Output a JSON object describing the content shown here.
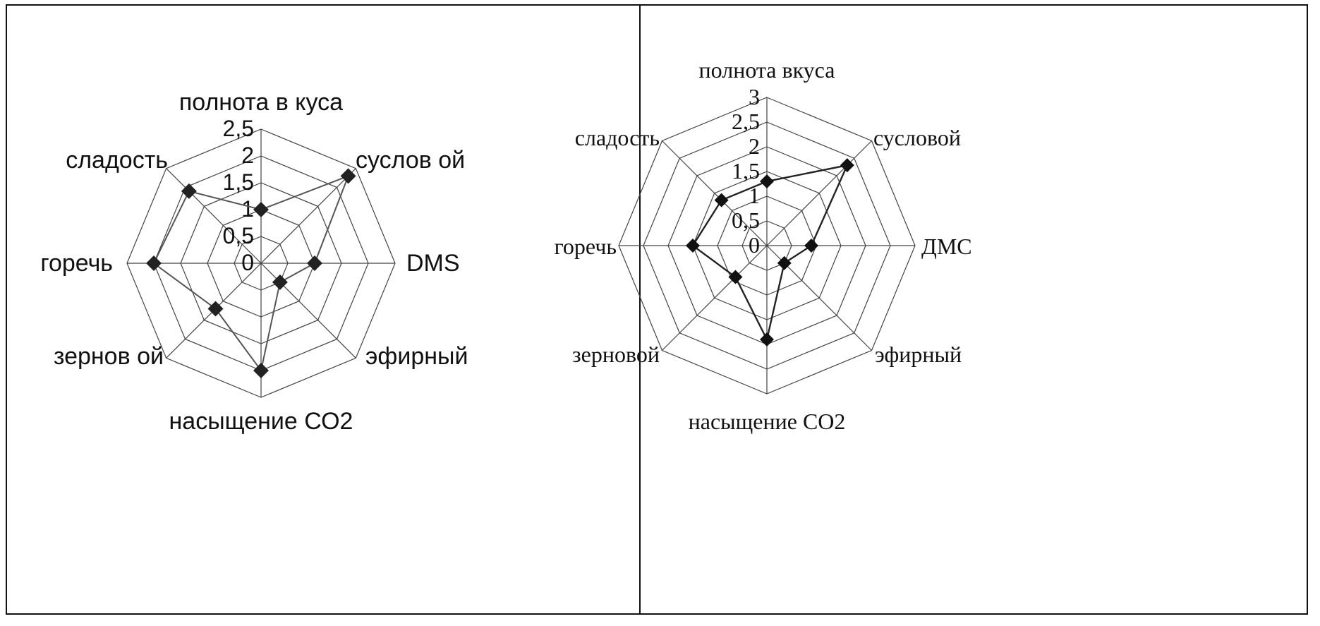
{
  "chart_data": [
    {
      "type": "radar",
      "categories": [
        "полнота в куса",
        "суслов ой",
        "DMS",
        "эфирный",
        "насыщение СО2",
        "зернов ой",
        "горечь",
        "сладость"
      ],
      "series": [
        {
          "values": [
            1.0,
            2.3,
            1.0,
            0.5,
            2.0,
            1.2,
            2.0,
            1.9
          ]
        }
      ],
      "tick_labels": [
        "0",
        "0,5",
        "1",
        "1,5",
        "2",
        "2,5"
      ],
      "rlim": [
        0,
        2.5
      ],
      "grid": true,
      "line_color": "#555555",
      "marker_color": "#222222"
    },
    {
      "type": "radar",
      "categories": [
        "полнота вкуса",
        "сусловой",
        "ДМС",
        "эфирный",
        "насыщение СО2",
        "зерновой",
        "горечь",
        "сладость"
      ],
      "series": [
        {
          "values": [
            1.3,
            2.3,
            0.9,
            0.5,
            1.9,
            0.9,
            1.5,
            1.3
          ]
        }
      ],
      "tick_labels": [
        "0",
        "0,5",
        "1",
        "1,5",
        "2",
        "2,5",
        "3"
      ],
      "rlim": [
        0,
        3
      ],
      "grid": true,
      "line_color": "#222222",
      "marker_color": "#111111"
    }
  ]
}
